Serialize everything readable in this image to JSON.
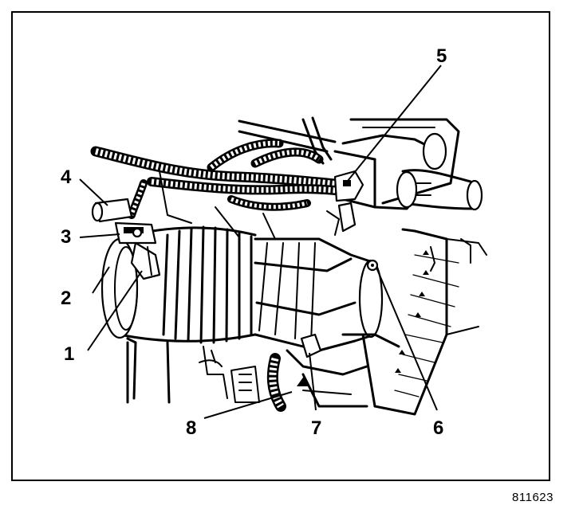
{
  "figure": {
    "id": "811623"
  },
  "callouts": [
    {
      "number": "1"
    },
    {
      "number": "2"
    },
    {
      "number": "3"
    },
    {
      "number": "4"
    },
    {
      "number": "5"
    },
    {
      "number": "6"
    },
    {
      "number": "7"
    },
    {
      "number": "8"
    }
  ]
}
